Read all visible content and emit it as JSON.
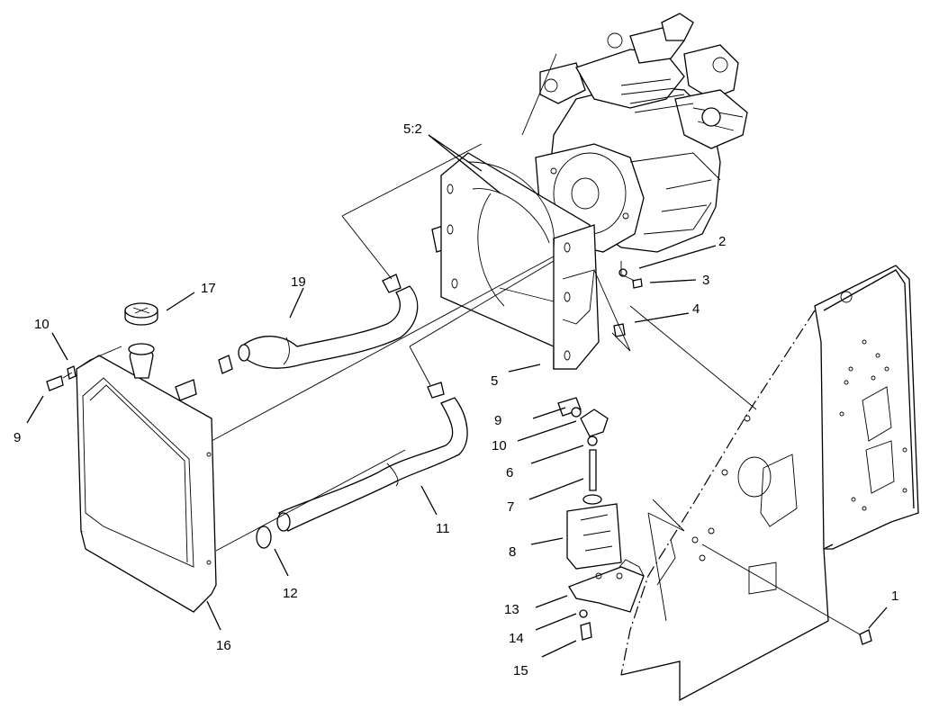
{
  "callouts": {
    "c1": "1",
    "c2": "2",
    "c3": "3",
    "c4": "4",
    "c5": "5",
    "c5_2": "5:2",
    "c6": "6",
    "c7": "7",
    "c8": "8",
    "c9a": "9",
    "c9b": "9",
    "c10a": "10",
    "c10b": "10",
    "c11": "11",
    "c12": "12",
    "c13": "13",
    "c14": "14",
    "c15": "15",
    "c16": "16",
    "c17": "17",
    "c19": "19"
  }
}
